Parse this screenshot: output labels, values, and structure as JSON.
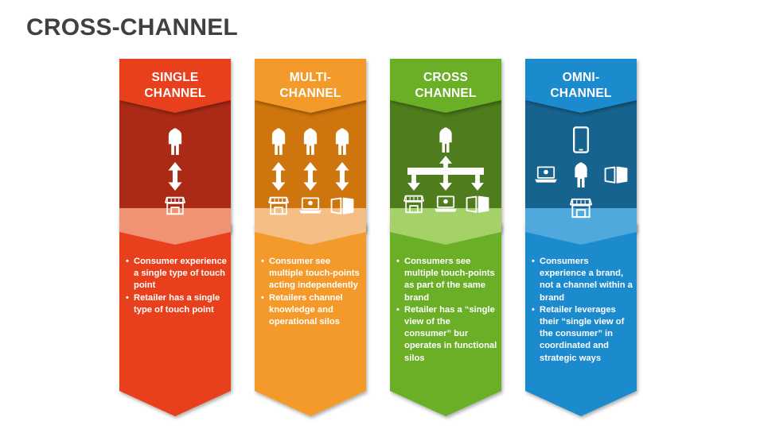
{
  "slide": {
    "title": "CROSS-CHANNEL",
    "title_color": "#404040",
    "background_color": "#FFFFFF"
  },
  "columns": [
    {
      "id": "single-channel",
      "header_line1": "SINGLE",
      "header_line2": "CHANNEL",
      "colors": {
        "header": "#E8401A",
        "body_dark": "#AA2A14",
        "band_light": "#F09274",
        "bottom": "#E8401A"
      },
      "icons": {
        "top": [
          "person"
        ],
        "arrows": 1,
        "arrow_style": "double-vertical",
        "bottom": [
          "shop"
        ]
      },
      "bullets": [
        "Consumer experience a single type of touch point",
        "Retailer has a single type of touch point"
      ]
    },
    {
      "id": "multi-channel",
      "header_line1": "MULTI-",
      "header_line2": "CHANNEL",
      "colors": {
        "header": "#F49A2B",
        "body_dark": "#CE7610",
        "band_light": "#F4BE84",
        "bottom": "#F49A2B"
      },
      "icons": {
        "top": [
          "person",
          "person",
          "person"
        ],
        "arrows": 3,
        "arrow_style": "double-vertical",
        "bottom": [
          "shop",
          "laptop",
          "catalog"
        ]
      },
      "bullets": [
        "Consumer see multiple touch-points acting independently",
        "Retailers channel knowledge and operational silos"
      ]
    },
    {
      "id": "cross-channel",
      "header_line1": "CROSS",
      "header_line2": "CHANNEL",
      "colors": {
        "header": "#6BAF27",
        "body_dark": "#4F7C1C",
        "band_light": "#A5D168",
        "bottom": "#6BAF27"
      },
      "icons": {
        "top": [
          "person"
        ],
        "arrows": 3,
        "arrow_style": "branching-tree",
        "bottom": [
          "shop",
          "laptop",
          "catalog"
        ]
      },
      "bullets": [
        "Consumers see multiple touch-points as part of the same brand",
        "Retailer has a “single view of the consumer” bur operates in functional silos"
      ]
    },
    {
      "id": "omni-channel",
      "header_line1": "OMNI-",
      "header_line2": "CHANNEL",
      "colors": {
        "header": "#1E8BCE",
        "body_dark": "#18648F",
        "band_light": "#4FA9DC",
        "bottom": "#1E8BCE"
      },
      "icons": {
        "top": [
          "phone"
        ],
        "middle": [
          "laptop",
          "person",
          "catalog"
        ],
        "arrows": 0,
        "arrow_style": "none",
        "bottom": [
          "shop"
        ]
      },
      "bullets": [
        "Consumers experience a brand, not a channel within a brand",
        "Retailer leverages their “single view of the consumer” in coordinated and strategic ways"
      ]
    }
  ],
  "bullet_marker": "•"
}
